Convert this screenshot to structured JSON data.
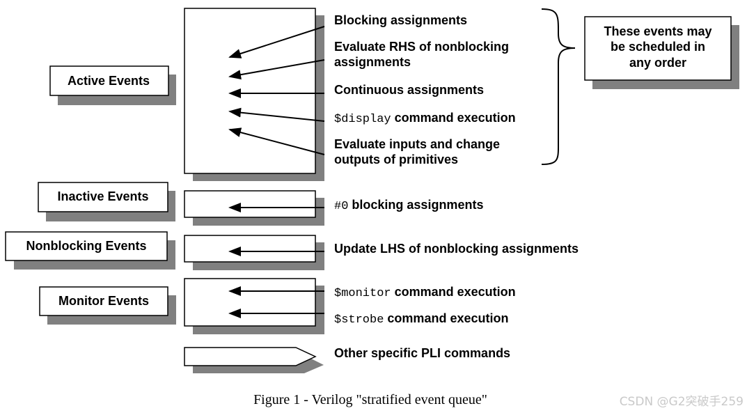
{
  "categories": {
    "active": "Active Events",
    "inactive": "Inactive Events",
    "nonblocking": "Nonblocking Events",
    "monitor": "Monitor Events"
  },
  "active_items": {
    "blocking": "Blocking assignments",
    "rhs_line1": "Evaluate RHS of nonblocking",
    "rhs_line2": "assignments",
    "continuous": "Continuous assignments",
    "display_code": "$display",
    "display_text": " command execution",
    "prim_line1": "Evaluate inputs and change",
    "prim_line2": "outputs of primitives"
  },
  "note": {
    "line1": "These events may",
    "line2": "be scheduled in",
    "line3": "any order"
  },
  "inactive_item": {
    "code": "#0",
    "text": " blocking assignments"
  },
  "nonblocking_item": "Update LHS of nonblocking assignments",
  "monitor_items": {
    "monitor_code": "$monitor",
    "monitor_text": " command execution",
    "strobe_code": "$strobe",
    "strobe_text": " command execution"
  },
  "pli_item": "Other specific PLI commands",
  "caption": "Figure 1 - Verilog \"stratified event queue\"",
  "watermark": "CSDN @G2突破手259",
  "colors": {
    "shadow": "#808080",
    "line": "#000000",
    "fill": "#ffffff",
    "watermark": "#c9c9c9"
  }
}
